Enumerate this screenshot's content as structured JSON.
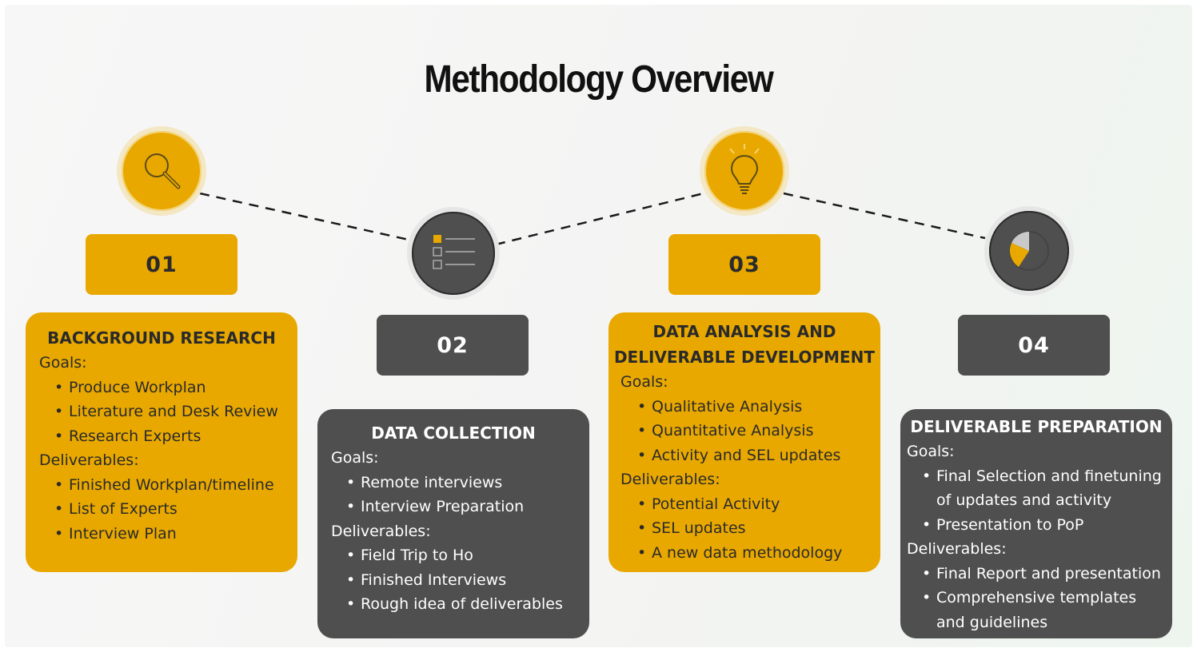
{
  "title": "Methodology Overview",
  "colors": {
    "accent": "#e8a800",
    "dark": "#4f4f4f"
  },
  "steps": [
    {
      "number": "01",
      "icon": "magnifier-icon",
      "heading": "BACKGROUND RESEARCH",
      "goals_label": "Goals:",
      "goals": [
        "Produce Workplan",
        "Literature and Desk Review",
        "Research Experts"
      ],
      "deliverables_label": "Deliverables:",
      "deliverables": [
        "Finished Workplan/timeline",
        "List of Experts",
        "Interview Plan"
      ]
    },
    {
      "number": "02",
      "icon": "checklist-icon",
      "heading": "DATA COLLECTION",
      "goals_label": "Goals:",
      "goals": [
        "Remote interviews",
        "Interview Preparation"
      ],
      "deliverables_label": "Deliverables:",
      "deliverables": [
        "Field Trip to Ho",
        "Finished Interviews",
        "Rough idea of deliverables"
      ]
    },
    {
      "number": "03",
      "icon": "lightbulb-icon",
      "heading_line1": "DATA ANALYSIS AND",
      "heading_line2": "DELIVERABLE DEVELOPMENT",
      "goals_label": "Goals:",
      "goals": [
        "Qualitative Analysis",
        "Quantitative Analysis",
        "Activity and SEL updates"
      ],
      "deliverables_label": "Deliverables:",
      "deliverables": [
        "Potential Activity",
        "SEL updates",
        "A new data methodology"
      ]
    },
    {
      "number": "04",
      "icon": "pie-chart-icon",
      "heading": "DELIVERABLE PREPARATION",
      "goals_label": "Goals:",
      "goals_line1": "Final Selection and finetuning",
      "goals_line1b": "of updates and activity",
      "goals_line2": "Presentation to PoP",
      "deliverables_label": "Deliverables:",
      "deliverables_line1": "Final Report and presentation",
      "deliverables_line2": "Comprehensive templates",
      "deliverables_line2b": "and guidelines"
    }
  ]
}
